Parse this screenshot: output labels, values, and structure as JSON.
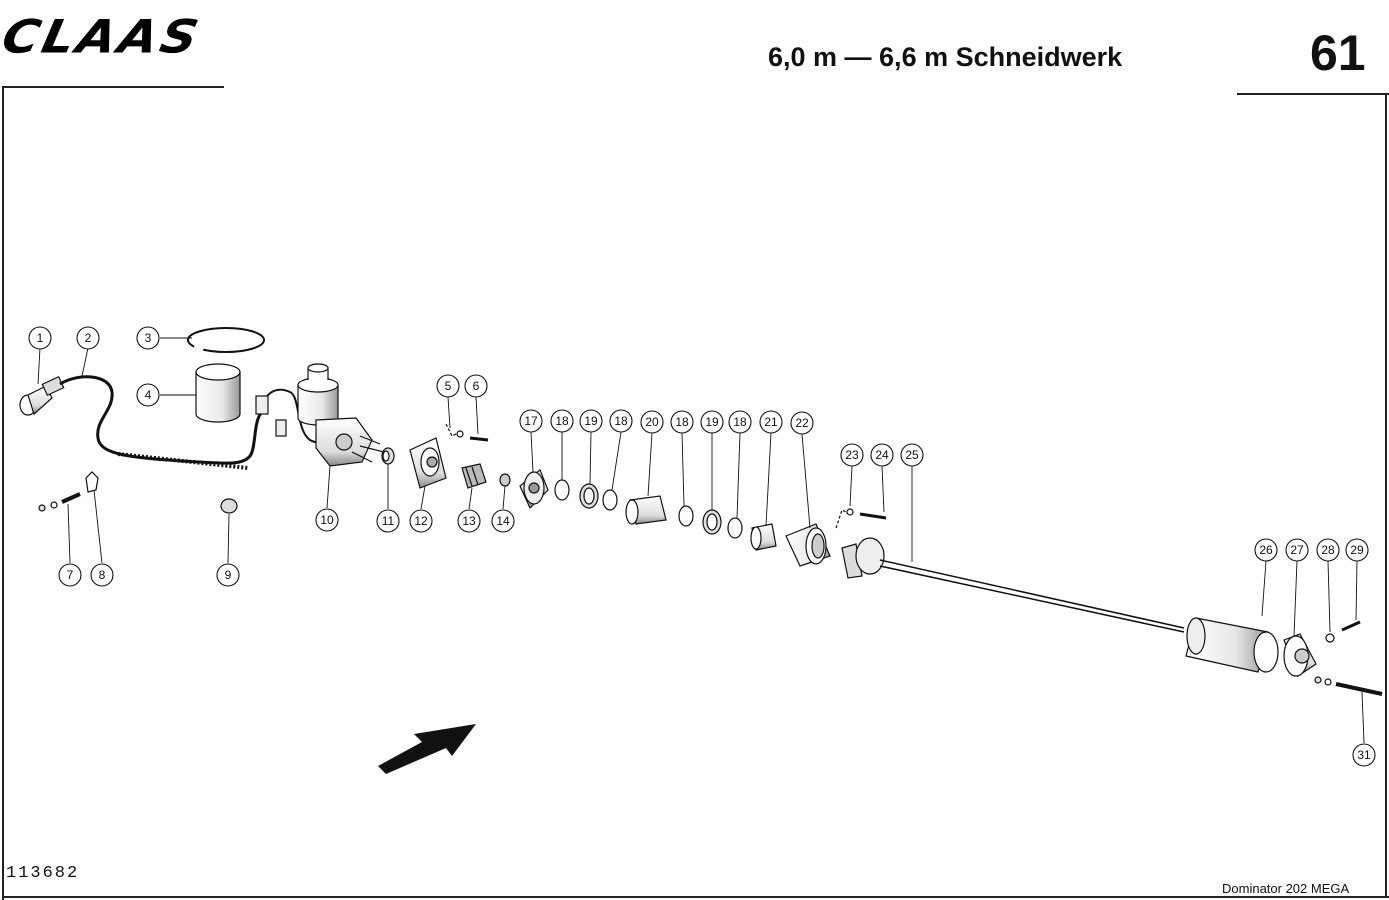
{
  "header": {
    "brand": "CLAAS",
    "title": "6,0 m — 6,6 m Schneidwerk",
    "page_number": "61"
  },
  "footer": {
    "drawing_number": "113682",
    "model": "Dominator  202 MEGA"
  },
  "callouts": [
    "1",
    "2",
    "3",
    "4",
    "5",
    "6",
    "7",
    "8",
    "9",
    "10",
    "11",
    "12",
    "13",
    "14",
    "17",
    "18",
    "19",
    "18",
    "20",
    "18",
    "19",
    "18",
    "21",
    "22",
    "23",
    "24",
    "25",
    "26",
    "27",
    "28",
    "29",
    "31"
  ]
}
